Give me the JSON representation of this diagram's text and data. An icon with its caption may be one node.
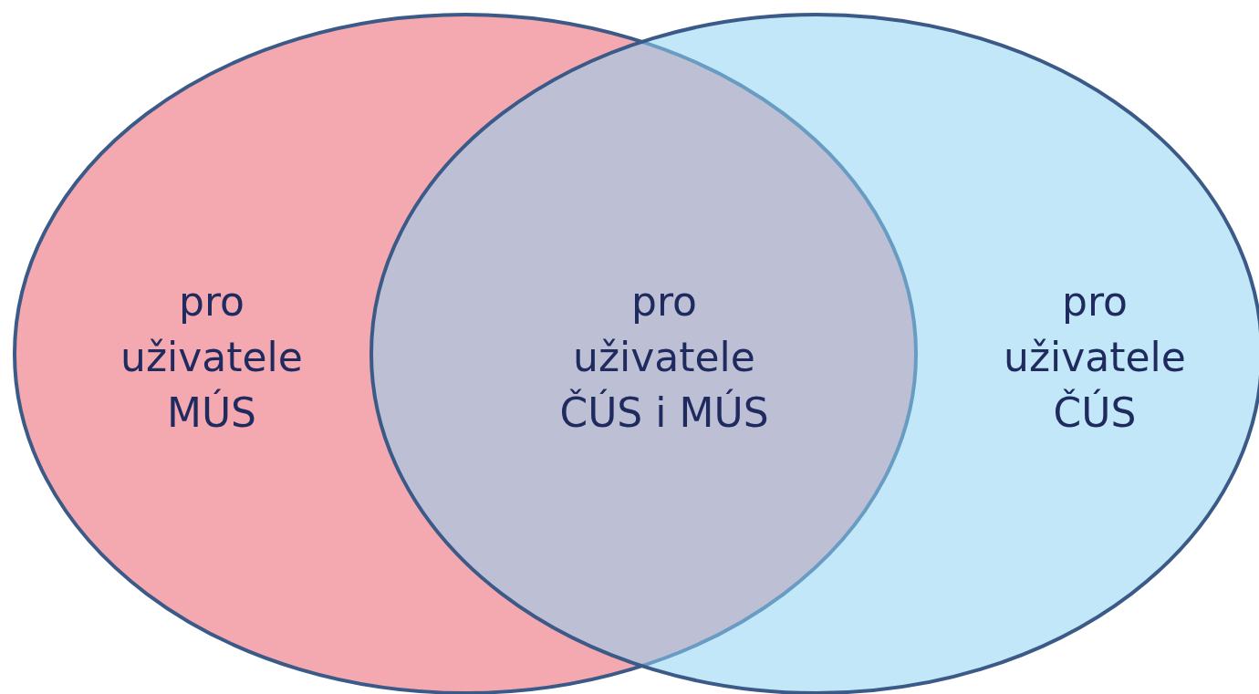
{
  "diagram": {
    "nodes": [
      {
        "text": [
          "pro uživatele MÚS"
        ]
      },
      {
        "text": [
          "pro uživatele ČÚS"
        ]
      }
    ],
    "labels": [
      "pro uživatele ČÚS i MÚS"
    ]
  }
}
